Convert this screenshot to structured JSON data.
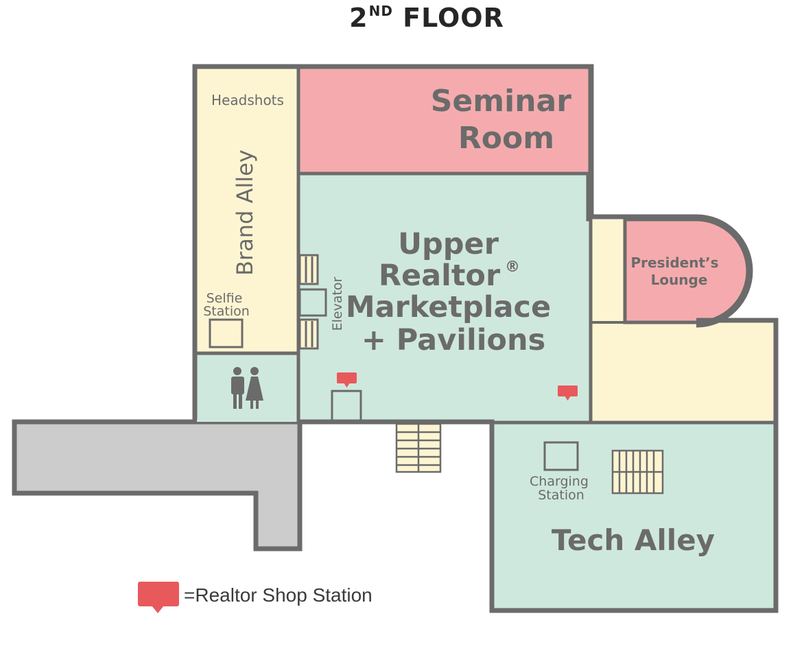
{
  "map": {
    "title_main": "2",
    "title_sup": "ND",
    "title_rest": "FLOOR",
    "areas": {
      "headshots": "Headshots",
      "brand_alley": "Brand Alley",
      "selfie_station_line1": "Selfie",
      "selfie_station_line2": "Station",
      "seminar_room_line1": "Seminar",
      "seminar_room_line2": "Room",
      "marketplace_line1": "Upper",
      "marketplace_line2": "Realtor",
      "marketplace_reg": "®",
      "marketplace_line3": "Marketplace",
      "marketplace_line4": "+ Pavilions",
      "elevator": "Elevator",
      "presidents_lounge_line1": "President’s",
      "presidents_lounge_line2": "Lounge",
      "charging_station_line1": "Charging",
      "charging_station_line2": "Station",
      "tech_alley": "Tech Alley"
    },
    "legend": {
      "text": "=Realtor Shop Station",
      "marker_icon": "realtor-shop-station-marker-icon"
    },
    "colors": {
      "wall": "#6b6b6b",
      "seminar_pink": "#f5abad",
      "marketplace_mint": "#cfe8dd",
      "yellow_zone": "#fdf5d2",
      "gray_zone": "#cccccc",
      "marker_red": "#e8595c",
      "label_gray": "#6b6b6b"
    }
  }
}
